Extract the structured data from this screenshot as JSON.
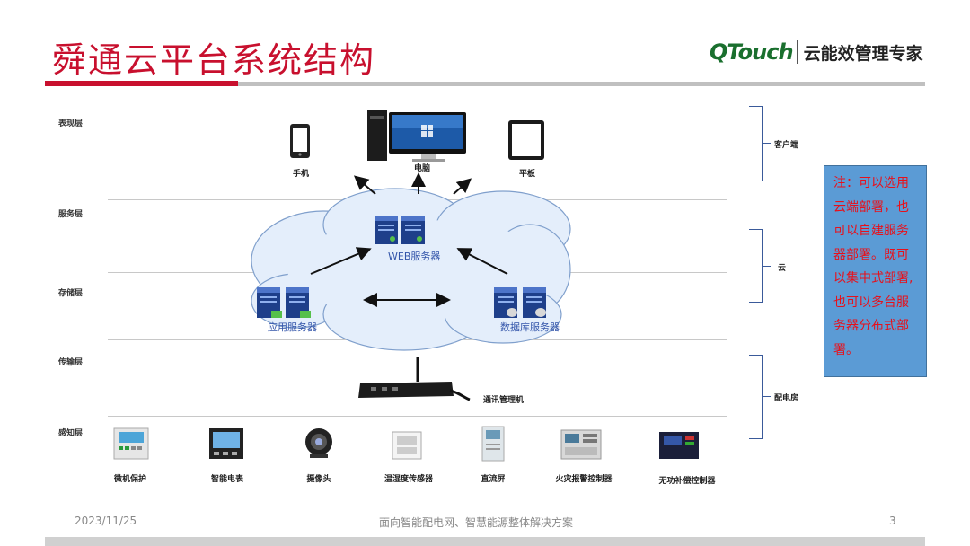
{
  "slide": {
    "title": "舜通云平台系统结构",
    "brand_name": "QTouch",
    "brand_slogan": "云能效管理专家"
  },
  "layers": [
    "表现层",
    "服务层",
    "存储层",
    "传输层",
    "感知层"
  ],
  "clients": {
    "phone": "手机",
    "pc": "电脑",
    "tablet": "平板"
  },
  "servers": {
    "web": "WEB服务器",
    "app": "应用服务器",
    "db": "数据库服务器"
  },
  "gateway": "通讯管理机",
  "devices": [
    "微机保护",
    "智能电表",
    "摄像头",
    "温湿度传感器",
    "直流屏",
    "火灾报警控制器",
    "无功补偿控制器"
  ],
  "groups": {
    "client": "客户端",
    "cloud": "云",
    "substation": "配电房"
  },
  "note_lines": [
    "注：可以选用",
    "云端部署，也",
    "可以自建服务",
    "器部署。既可",
    "以集中式部署,",
    "也可以多台服",
    "务器分布式部",
    "署。"
  ],
  "footer": {
    "date": "2023/11/25",
    "caption": "面向智能配电网、智慧能源整体解决方案",
    "page": "3"
  },
  "colors": {
    "title": "#c8102e",
    "brand": "#1a6f2e",
    "note_bg": "#5b9bd5",
    "note_text": "#e8101a"
  }
}
